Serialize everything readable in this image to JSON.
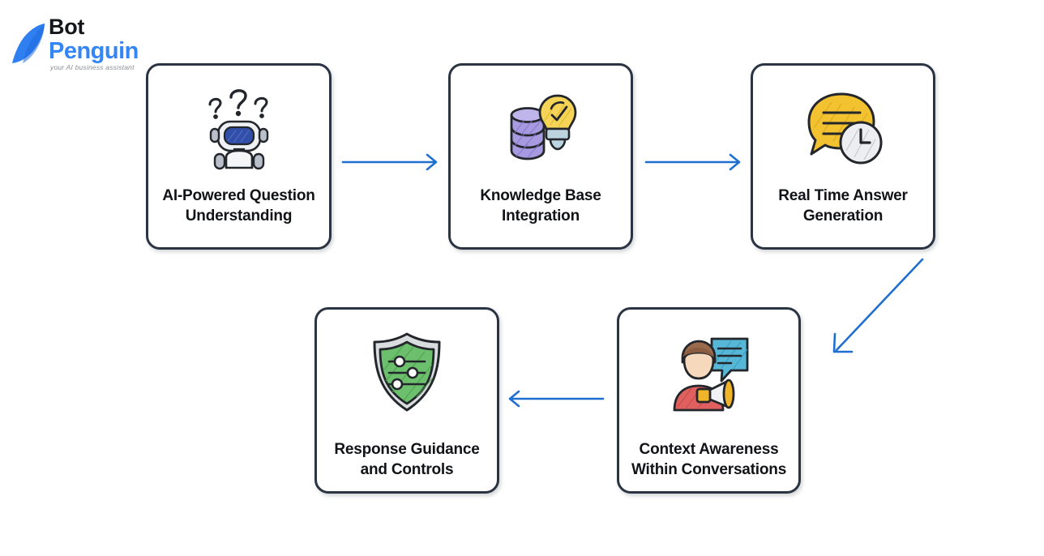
{
  "brand": {
    "name_line1": "Bot",
    "name_line2": "Penguin",
    "tagline": "your AI business assistant",
    "logo_icon": "penguin-icon",
    "color_text": "#15161a",
    "color_accent": "#3486f7"
  },
  "diagram": {
    "type": "flow",
    "background": "#ffffff",
    "card_border_color": "#2b3442",
    "arrow_color": "#1f6fd0",
    "nodes": [
      {
        "id": "card-1",
        "order": 1,
        "label": "AI-Powered Question\nUnderstanding",
        "icon": "confused-robot-icon",
        "icon_colors": [
          "#e9ecef",
          "#2f4fa8",
          "#b9c0c9"
        ]
      },
      {
        "id": "card-2",
        "order": 2,
        "label": "Knowledge Base\nIntegration",
        "icon": "database-lightbulb-icon",
        "icon_colors": [
          "#a79ae0",
          "#f5d458",
          "#bcd3e0"
        ]
      },
      {
        "id": "card-3",
        "order": 3,
        "label": "Real Time Answer\nGeneration",
        "icon": "speech-bubble-clock-icon",
        "icon_colors": [
          "#f2c230",
          "#e8eaed",
          "#9aa0a8"
        ]
      },
      {
        "id": "card-4",
        "order": 4,
        "label": "Context Awareness\nWithin Conversations",
        "icon": "person-megaphone-icon",
        "icon_colors": [
          "#57b7d6",
          "#e0605f",
          "#f0b429"
        ]
      },
      {
        "id": "card-5",
        "order": 5,
        "label": "Response Guidance\nand Controls",
        "icon": "shield-sliders-icon",
        "icon_colors": [
          "#6cbf6c",
          "#d9dde0",
          "#ffffff"
        ]
      }
    ],
    "connectors": [
      {
        "id": "arrow-1",
        "from": "card-1",
        "to": "card-2",
        "direction": "right"
      },
      {
        "id": "arrow-2",
        "from": "card-2",
        "to": "card-3",
        "direction": "right"
      },
      {
        "id": "arrow-3",
        "from": "card-3",
        "to": "card-4",
        "direction": "down-left-diagonal"
      },
      {
        "id": "arrow-4",
        "from": "card-4",
        "to": "card-5",
        "direction": "left"
      }
    ]
  }
}
